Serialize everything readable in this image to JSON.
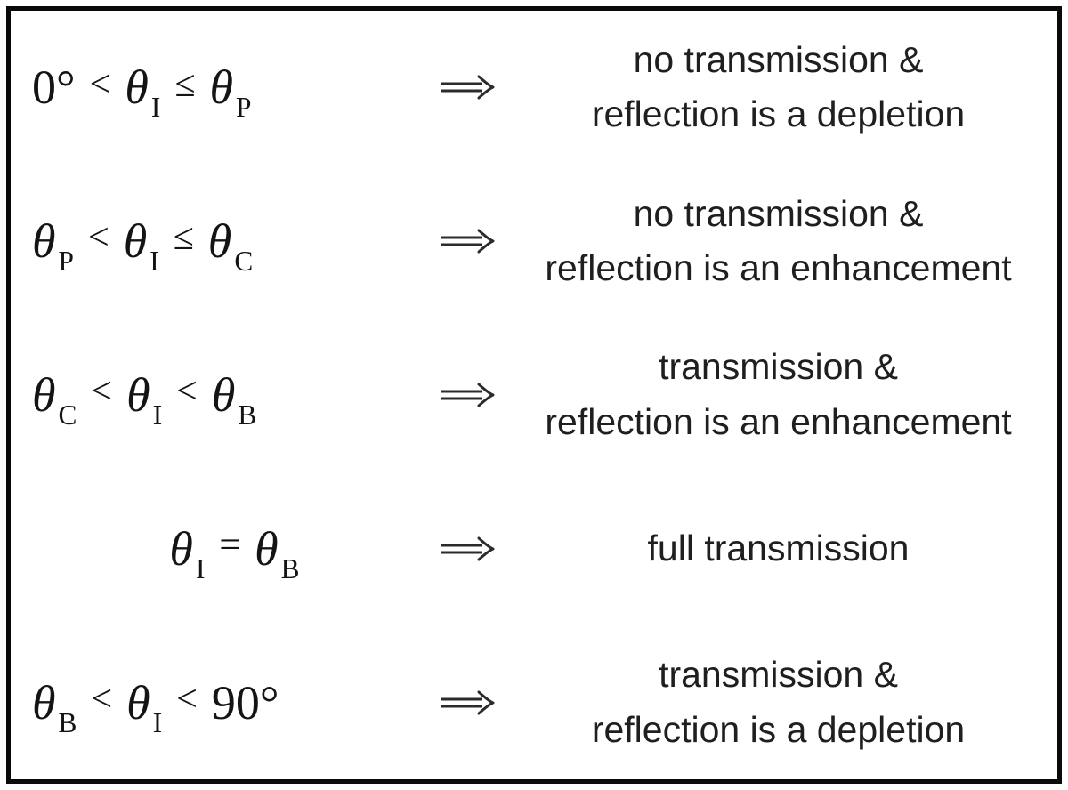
{
  "figure": {
    "kind": "optics-conditions-table",
    "rows": [
      {
        "formula": [
          {
            "base": "0°"
          },
          {
            "base": "<"
          },
          {
            "base": "θ",
            "sub": "I"
          },
          {
            "base": "≤"
          },
          {
            "base": "θ",
            "sub": "P"
          }
        ],
        "description": [
          "no transmission &",
          "reflection is a depletion"
        ]
      },
      {
        "formula": [
          {
            "base": "θ",
            "sub": "P"
          },
          {
            "base": "<"
          },
          {
            "base": "θ",
            "sub": "I"
          },
          {
            "base": "≤"
          },
          {
            "base": "θ",
            "sub": "C"
          }
        ],
        "description": [
          "no transmission &",
          "reflection is an enhancement"
        ]
      },
      {
        "formula": [
          {
            "base": "θ",
            "sub": "C"
          },
          {
            "base": "<"
          },
          {
            "base": "θ",
            "sub": "I"
          },
          {
            "base": "<"
          },
          {
            "base": "θ",
            "sub": "B"
          }
        ],
        "description": [
          "transmission &",
          "reflection is an enhancement"
        ]
      },
      {
        "formula": [
          {
            "base": "θ",
            "sub": "I"
          },
          {
            "base": "="
          },
          {
            "base": "θ",
            "sub": "B"
          }
        ],
        "description": [
          "full transmission"
        ]
      },
      {
        "formula": [
          {
            "base": "θ",
            "sub": "B"
          },
          {
            "base": "<"
          },
          {
            "base": "θ",
            "sub": "I"
          },
          {
            "base": "<"
          },
          {
            "base": "90°"
          }
        ],
        "description": [
          "transmission &",
          "reflection is a depletion"
        ]
      }
    ],
    "colors": {
      "background": "#ffffff",
      "border": "#0a0a0a",
      "formula_text": "#141414",
      "description_text": "#1f1f1f",
      "arrow": "#2b2b2b"
    }
  }
}
